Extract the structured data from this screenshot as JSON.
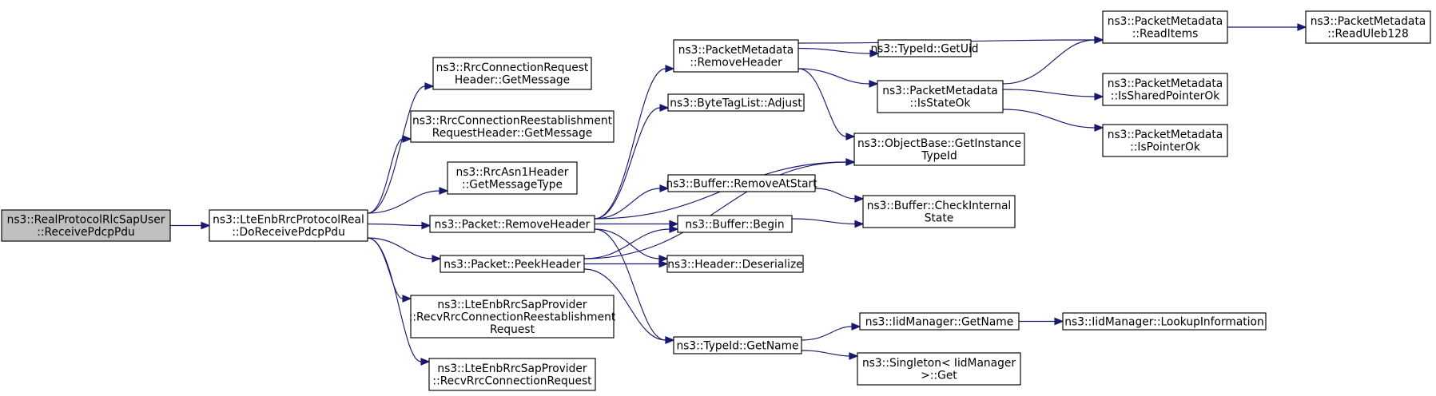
{
  "colors": {
    "edge": "#191970",
    "root_fill": "#bfbfbf",
    "node_fill": "#ffffff",
    "border": "#000000"
  },
  "nodes": [
    {
      "id": "n0",
      "lines": [
        "ns3::RealProtocolRlcSapUser",
        "::ReceivePdcpPdu"
      ],
      "root": true
    },
    {
      "id": "n1",
      "lines": [
        "ns3::LteEnbRrcProtocolReal",
        "::DoReceivePdcpPdu"
      ]
    },
    {
      "id": "n2",
      "lines": [
        "ns3::RrcConnectionRequest",
        "Header::GetMessage"
      ]
    },
    {
      "id": "n3",
      "lines": [
        "ns3::RrcConnectionReestablishment",
        "RequestHeader::GetMessage"
      ]
    },
    {
      "id": "n4",
      "lines": [
        "ns3::RrcAsn1Header",
        "::GetMessageType"
      ]
    },
    {
      "id": "n5",
      "lines": [
        "ns3::Packet::RemoveHeader"
      ]
    },
    {
      "id": "n6",
      "lines": [
        "ns3::Packet::PeekHeader"
      ]
    },
    {
      "id": "n7",
      "lines": [
        "ns3::LteEnbRrcSapProvider",
        "::RecvRrcConnectionReestablishment",
        "Request"
      ]
    },
    {
      "id": "n8",
      "lines": [
        "ns3::LteEnbRrcSapProvider",
        "::RecvRrcConnectionRequest"
      ]
    },
    {
      "id": "n9",
      "lines": [
        "ns3::PacketMetadata",
        "::RemoveHeader"
      ]
    },
    {
      "id": "n10",
      "lines": [
        "ns3::ByteTagList::Adjust"
      ]
    },
    {
      "id": "n11",
      "lines": [
        "ns3::Buffer::RemoveAtStart"
      ]
    },
    {
      "id": "n12",
      "lines": [
        "ns3::Buffer::Begin"
      ]
    },
    {
      "id": "n13",
      "lines": [
        "ns3::Header::Deserialize"
      ]
    },
    {
      "id": "n14",
      "lines": [
        "ns3::TypeId::GetName"
      ]
    },
    {
      "id": "n15",
      "lines": [
        "ns3::TypeId::GetUid"
      ]
    },
    {
      "id": "n16",
      "lines": [
        "ns3::PacketMetadata",
        "::IsStateOk"
      ]
    },
    {
      "id": "n17",
      "lines": [
        "ns3::ObjectBase::GetInstance",
        "TypeId"
      ]
    },
    {
      "id": "n18",
      "lines": [
        "ns3::Buffer::CheckInternal",
        "State"
      ]
    },
    {
      "id": "n19",
      "lines": [
        "ns3::IidManager::GetName"
      ]
    },
    {
      "id": "n20",
      "lines": [
        "ns3::Singleton< IidManager",
        " >::Get"
      ]
    },
    {
      "id": "n21",
      "lines": [
        "ns3::PacketMetadata",
        "::ReadItems"
      ]
    },
    {
      "id": "n22",
      "lines": [
        "ns3::PacketMetadata",
        "::IsSharedPointerOk"
      ]
    },
    {
      "id": "n23",
      "lines": [
        "ns3::PacketMetadata",
        "::IsPointerOk"
      ]
    },
    {
      "id": "n24",
      "lines": [
        "ns3::IidManager::LookupInformation"
      ]
    },
    {
      "id": "n25",
      "lines": [
        "ns3::PacketMetadata",
        "::ReadUleb128"
      ]
    }
  ],
  "edges": [
    [
      "n0",
      "n1"
    ],
    [
      "n1",
      "n2"
    ],
    [
      "n1",
      "n3"
    ],
    [
      "n1",
      "n4"
    ],
    [
      "n1",
      "n5"
    ],
    [
      "n1",
      "n6"
    ],
    [
      "n1",
      "n7"
    ],
    [
      "n1",
      "n8"
    ],
    [
      "n5",
      "n9"
    ],
    [
      "n5",
      "n10"
    ],
    [
      "n5",
      "n17"
    ],
    [
      "n5",
      "n11"
    ],
    [
      "n5",
      "n12"
    ],
    [
      "n5",
      "n13"
    ],
    [
      "n5",
      "n14"
    ],
    [
      "n6",
      "n12"
    ],
    [
      "n6",
      "n13"
    ],
    [
      "n6",
      "n17"
    ],
    [
      "n6",
      "n14"
    ],
    [
      "n9",
      "n21"
    ],
    [
      "n9",
      "n15"
    ],
    [
      "n9",
      "n16"
    ],
    [
      "n9",
      "n17"
    ],
    [
      "n16",
      "n21"
    ],
    [
      "n16",
      "n22"
    ],
    [
      "n16",
      "n23"
    ],
    [
      "n11",
      "n18"
    ],
    [
      "n12",
      "n18"
    ],
    [
      "n14",
      "n19"
    ],
    [
      "n14",
      "n20"
    ],
    [
      "n19",
      "n24"
    ],
    [
      "n21",
      "n25"
    ]
  ]
}
